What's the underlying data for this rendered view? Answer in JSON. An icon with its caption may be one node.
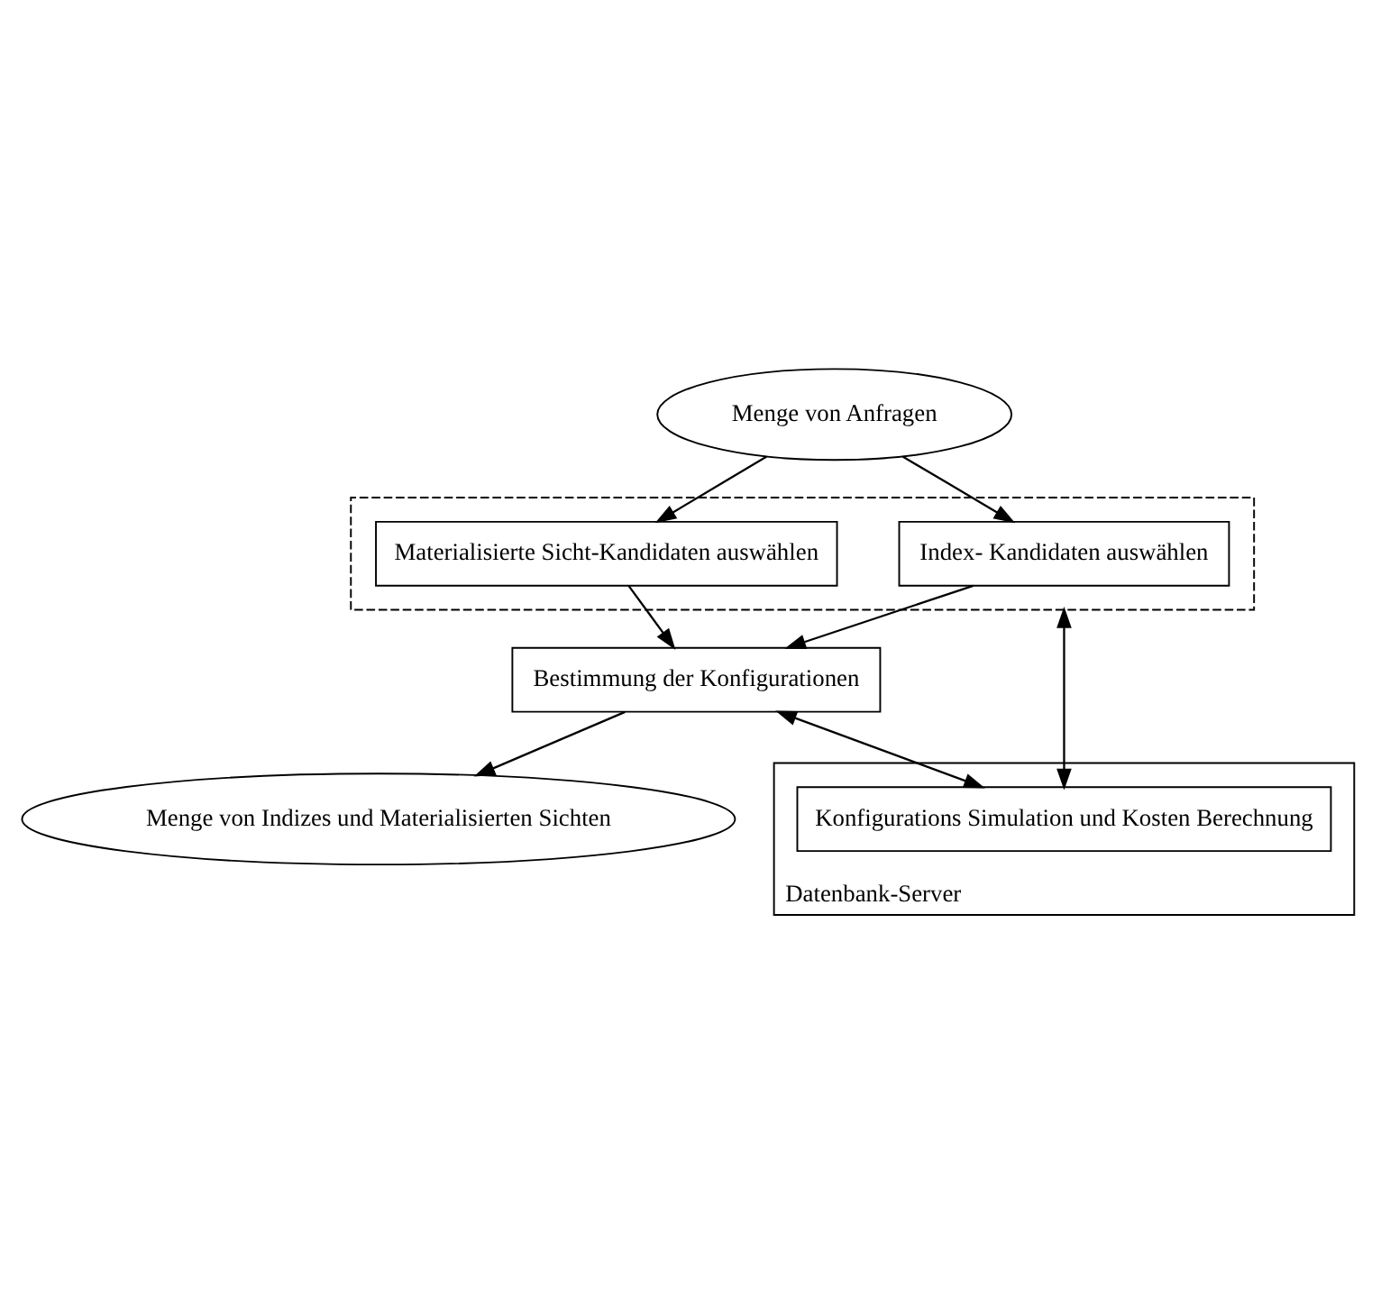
{
  "diagram": {
    "nodes": [
      {
        "text": [
          "Menge von Anfragen"
        ]
      },
      {
        "text": [],
        "shape": "box"
      },
      {
        "text": [
          "Index- Kandidaten auswählen"
        ],
        "in": 1
      },
      {
        "text": [
          "Materialisierte Sicht-Kandidaten auswählen"
        ],
        "in": 1
      },
      {
        "text": [
          "Bestimmung der Konfigurationen"
        ]
      },
      {
        "text": [
          "Menge von Indizes und Materialisierten Sichten"
        ]
      },
      {
        "text": [
          "Datenbank-Server"
        ]
      },
      {
        "text": [
          "Konfigurations Simulation und Kosten Berechnung"
        ],
        "in": 6
      }
    ],
    "edges": [
      {
        "from": 0,
        "to": 2,
        "arrow": "to"
      },
      {
        "from": 0,
        "to": 3,
        "arrow": "to"
      },
      {
        "from": 2,
        "to": 4,
        "arrow": "to"
      },
      {
        "from": 3,
        "to": 4,
        "arrow": "to"
      },
      {
        "from": 1,
        "to": 7,
        "arrow": "both"
      },
      {
        "from": 4,
        "to": 7,
        "arrow": "both"
      },
      {
        "from": 4,
        "to": 5,
        "arrow": "to"
      }
    ]
  }
}
